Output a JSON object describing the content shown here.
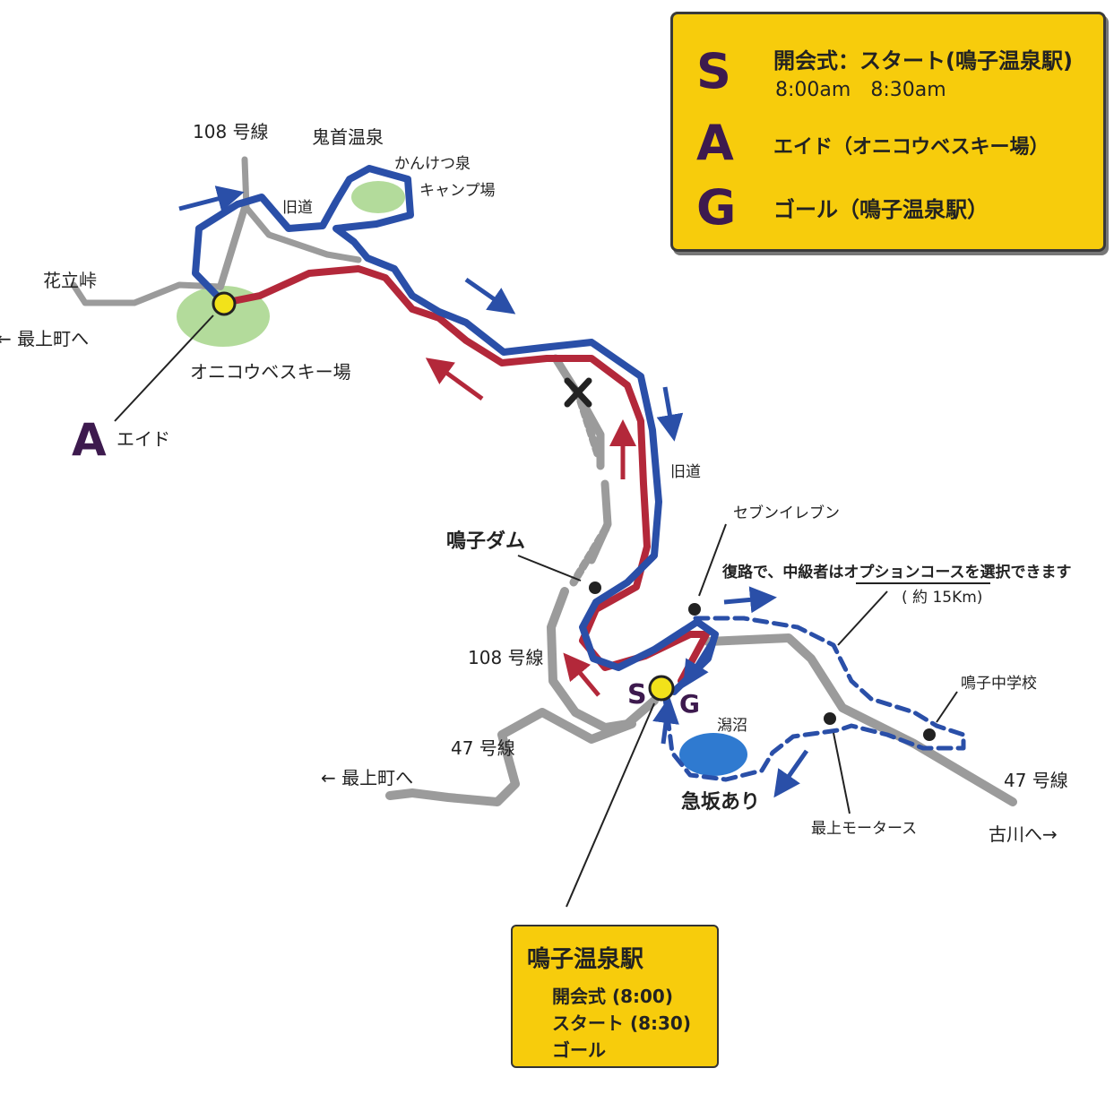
{
  "legend": {
    "start_letter": "S",
    "start_text": "開会式：スタート(鳴子温泉駅)",
    "start_times": "8:00am　8:30am",
    "aid_letter": "A",
    "aid_text": "エイド（オニコウベスキー場）",
    "goal_letter": "G",
    "goal_text": "ゴール（鳴子温泉駅）"
  },
  "labels": {
    "route108_top": "108 号線",
    "onikobe_onsen": "鬼首温泉",
    "kanketsu_1": "かんけつ泉",
    "kanketsu_2": "キャンプ場",
    "old_road_top": "旧道",
    "hanatate": "花立峠",
    "to_mogami_top": "← 最上町へ",
    "ski_area": "オニコウベスキー場",
    "aid_letter": "A",
    "aid_label": "エイド",
    "old_road_right": "旧道",
    "seven_eleven": "セブンイレブン",
    "option_prefix": "復路で、中級者は",
    "option_course": "オプションコース",
    "option_suffix": "を選択できます",
    "option_distance": "( 約 15Km)",
    "naruko_dam": "鳴子ダム",
    "route108_bottom": "108 号線",
    "start_s": "S",
    "goal_g": "G",
    "katanuma": "潟沼",
    "naruko_jhs": "鳴子中学校",
    "route47_left": "47 号線",
    "to_mogami_bottom": "← 最上町へ",
    "steep": "急坂あり",
    "mogami_motors": "最上モータース",
    "route47_right": "47 号線",
    "to_furukawa": "古川へ→"
  },
  "station_box": {
    "title": "鳴子温泉駅",
    "opening": "開会式 (8:00)",
    "start": "スタート (8:30)",
    "goal": "ゴール"
  },
  "colors": {
    "outbound": "#2a4fa8",
    "return": "#b3283a",
    "road": "#9b9b9b",
    "legend_bg": "#f7cc0c",
    "marker": "#f2e21a",
    "green_area": "#a6d58a",
    "lake": "#2f7ad0"
  }
}
